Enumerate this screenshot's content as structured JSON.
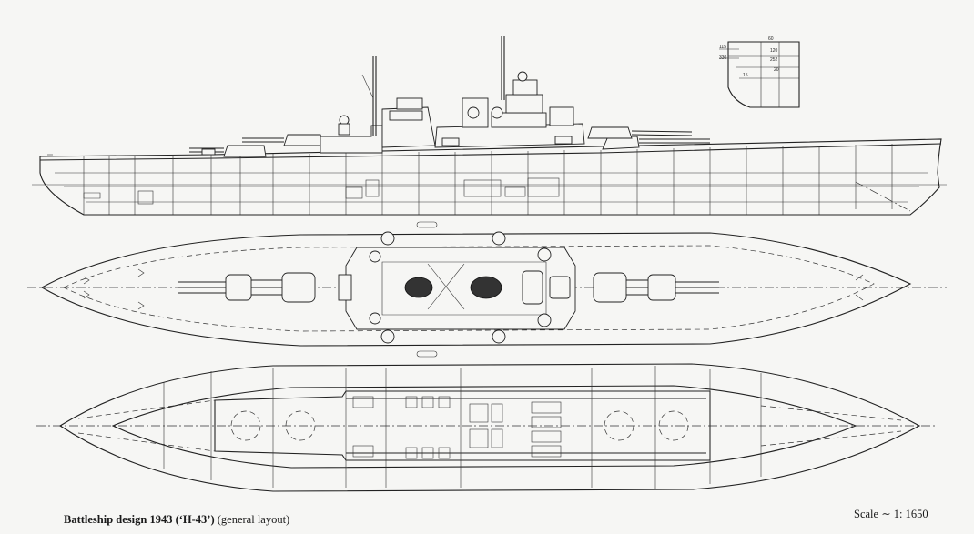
{
  "caption": {
    "title": "Battleship design 1943 (‘H-43’)",
    "subtitle": "(general layout)"
  },
  "scale": {
    "label": "Scale ∼ 1: 1650"
  }
}
